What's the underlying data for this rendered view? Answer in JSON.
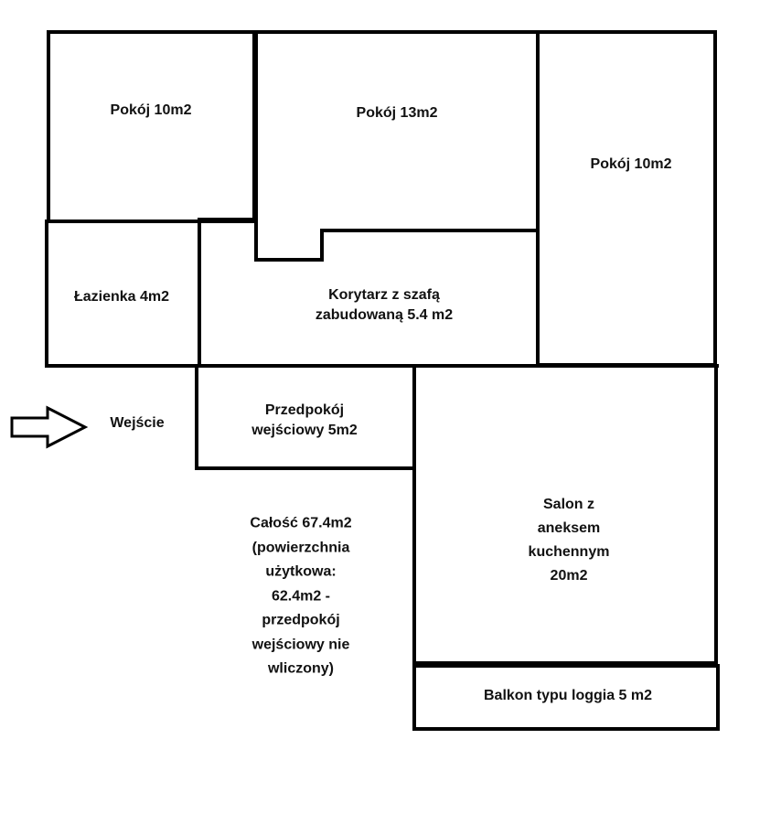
{
  "rooms": {
    "room_top_left": "Pokój 10m2",
    "room_top_middle": "Pokój 13m2",
    "room_right": "Pokój 10m2",
    "bathroom": "Łazienka 4m2",
    "corridor_line1": "Korytarz z szafą",
    "corridor_line2": "zabudowaną 5.4 m2",
    "entry_hall_line1": "Przedpokój",
    "entry_hall_line2": "wejściowy 5m2",
    "living_line1": "Salon z",
    "living_line2": "aneksem",
    "living_line3": "kuchennym",
    "living_line4": "20m2",
    "balcony": "Balkon typu loggia 5 m2"
  },
  "entrance": "Wejście",
  "summary": [
    "Całość 67.4m2",
    "(powierzchnia",
    "użytkowa:",
    "62.4m2 -",
    "przedpokój",
    "wejściowy nie",
    "wliczony)"
  ],
  "colors": {
    "wall": "#000000",
    "background": "#ffffff"
  }
}
